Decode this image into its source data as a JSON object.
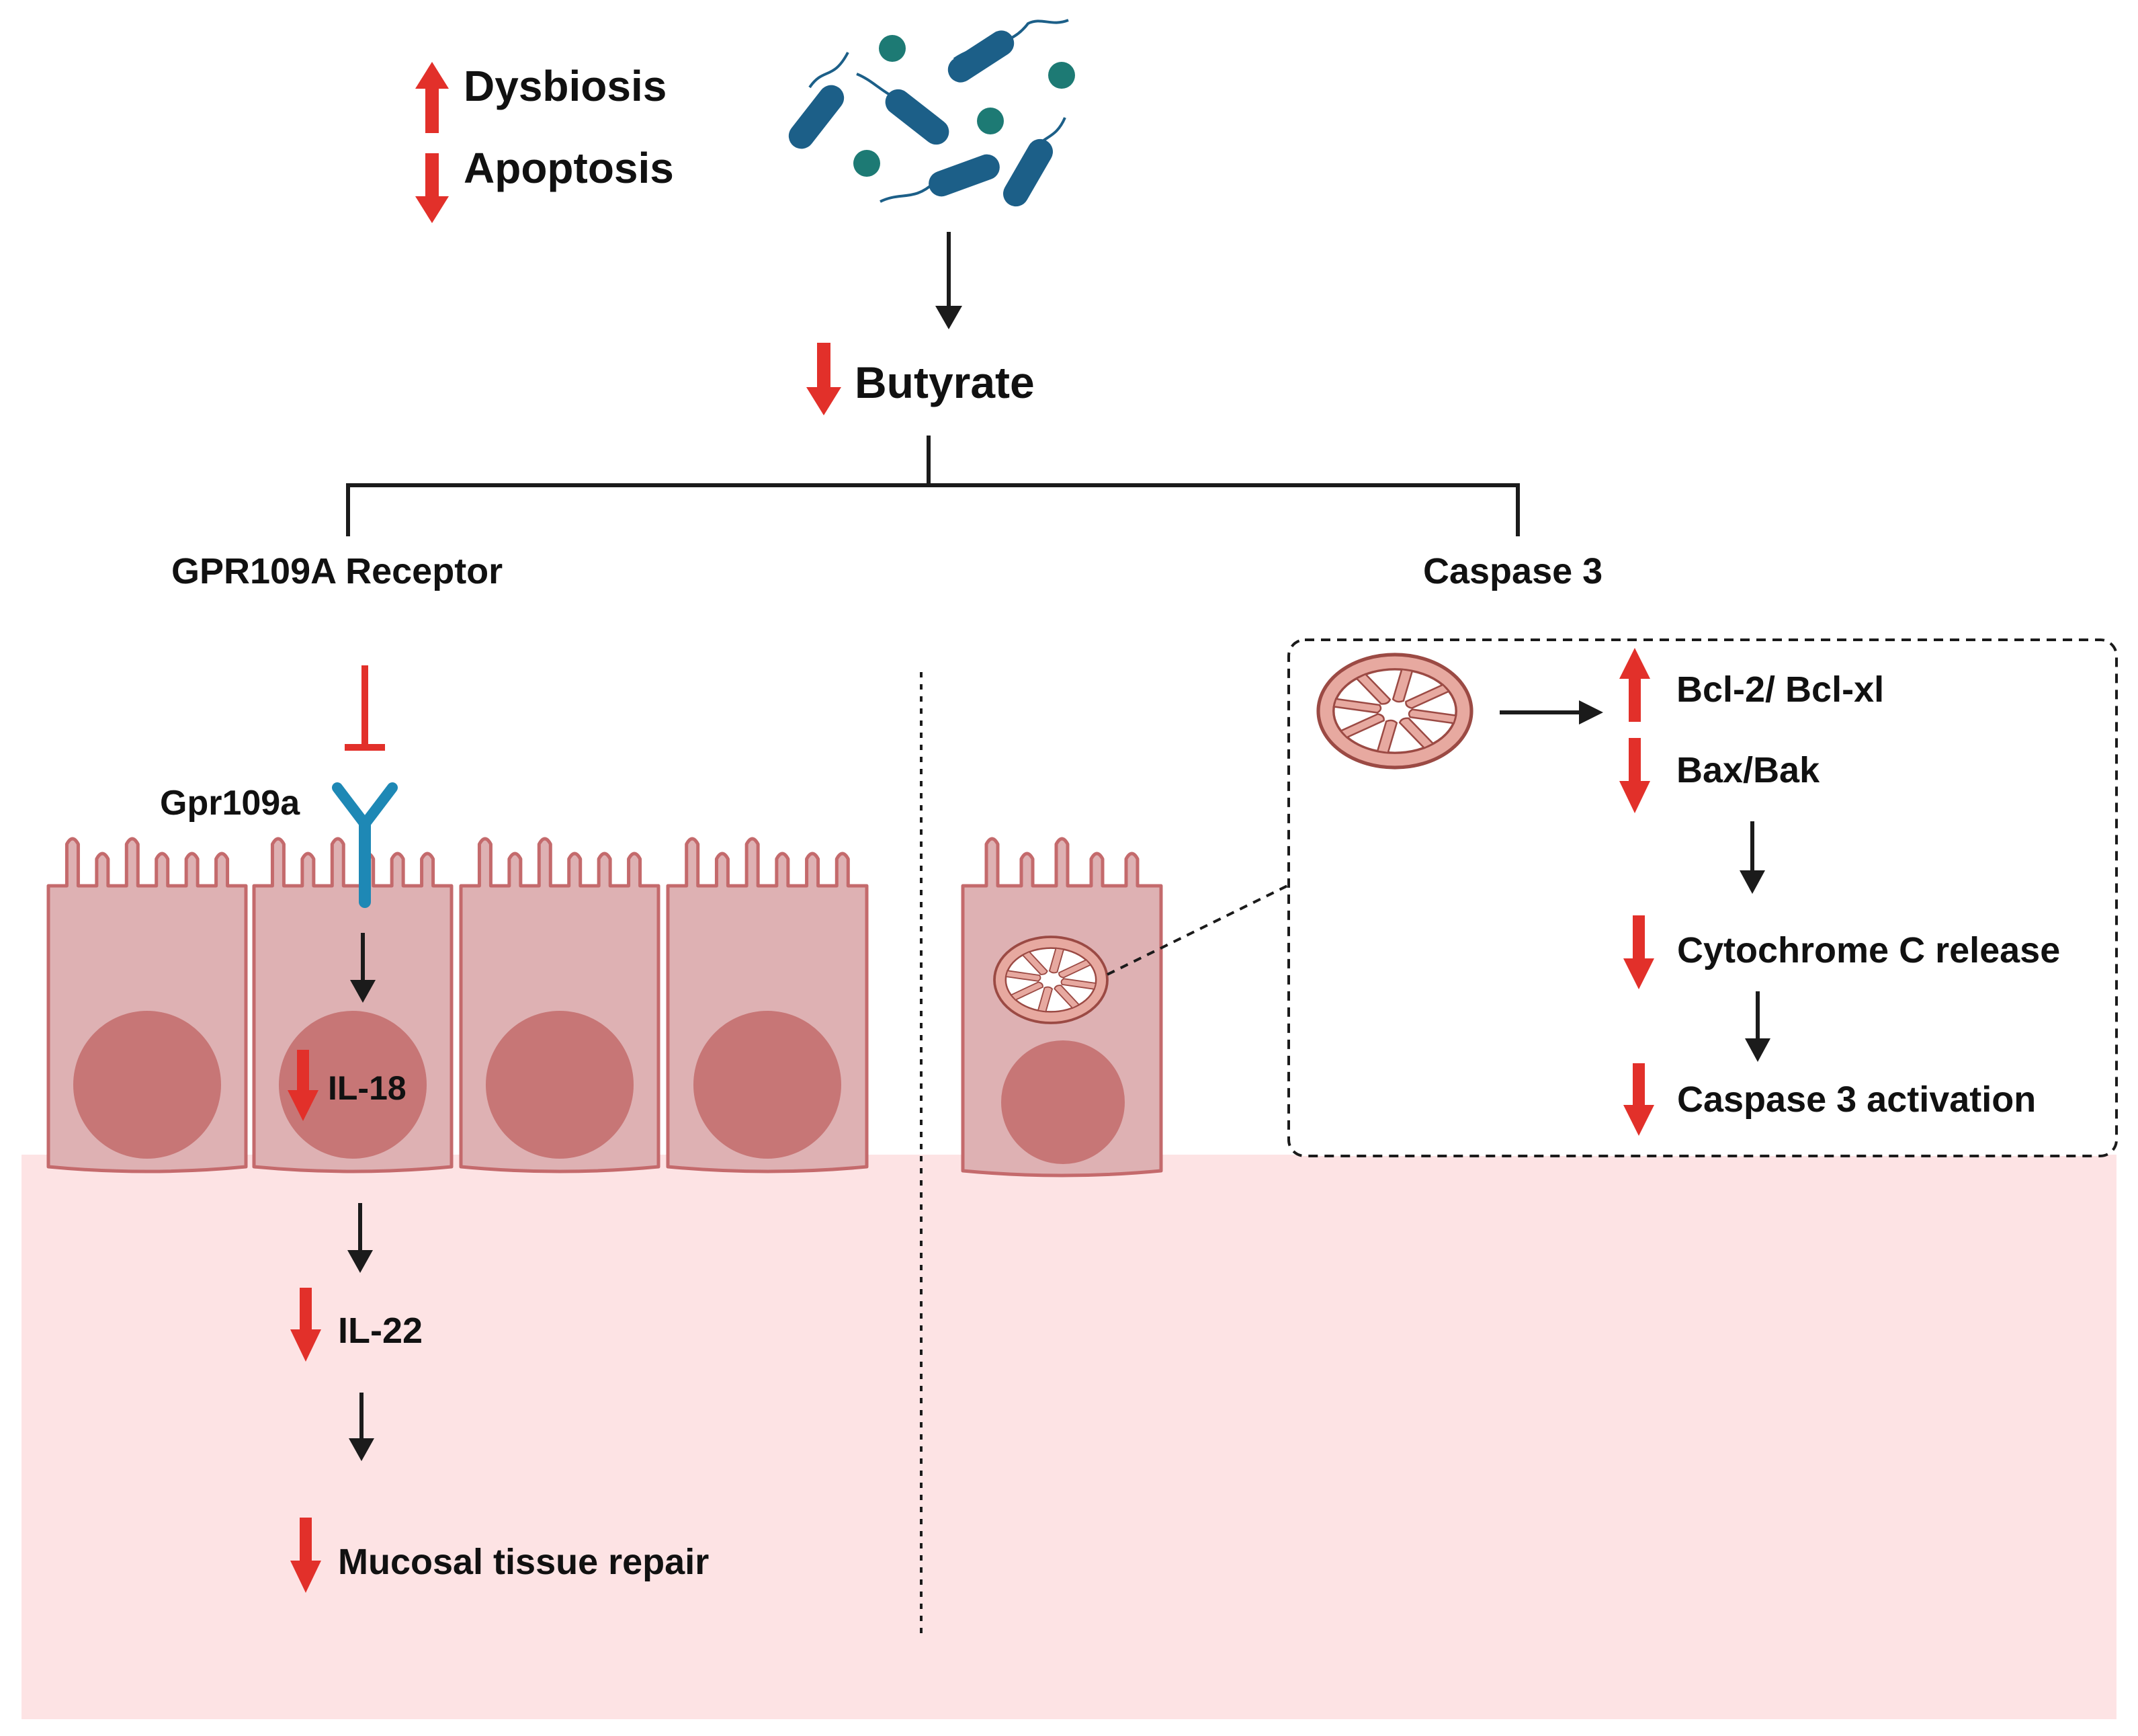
{
  "colors": {
    "red": "#e2302a",
    "black": "#1b1b1b",
    "tissue": "#fde3e4",
    "cell_fill": "#deb1b3",
    "cell_stroke": "#c46a6c",
    "nucleus": "#c77676",
    "receptor": "#1e88b5",
    "bacteria_rod": "#1c5f88",
    "bacteria_cocci": "#1d7a74",
    "mito_fill": "#e7a9a0",
    "mito_stroke": "#9b4a44"
  },
  "legend": {
    "dysbiosis": {
      "label": "Dysbiosis",
      "direction": "up"
    },
    "apoptosis": {
      "label": "Apoptosis",
      "direction": "down"
    }
  },
  "microbiota": {
    "icon": "bacteria-cluster-icon"
  },
  "butyrate": {
    "label": "Butyrate",
    "direction": "down"
  },
  "left_branch": {
    "title": "GPR109A Receptor",
    "receptor_label": "Gpr109a",
    "il18": {
      "label": "IL-18",
      "direction": "down"
    },
    "il22": {
      "label": "IL-22",
      "direction": "down"
    },
    "repair": {
      "label": "Mucosal tissue repair",
      "direction": "down"
    }
  },
  "right_branch": {
    "title": "Caspase 3",
    "bcl": {
      "label": "Bcl-2/ Bcl-xl",
      "direction": "up"
    },
    "bax": {
      "label": "Bax/Bak",
      "direction": "down"
    },
    "cytc": {
      "label": "Cytochrome C release",
      "direction": "down"
    },
    "casp": {
      "label": "Caspase 3 activation",
      "direction": "down"
    }
  }
}
